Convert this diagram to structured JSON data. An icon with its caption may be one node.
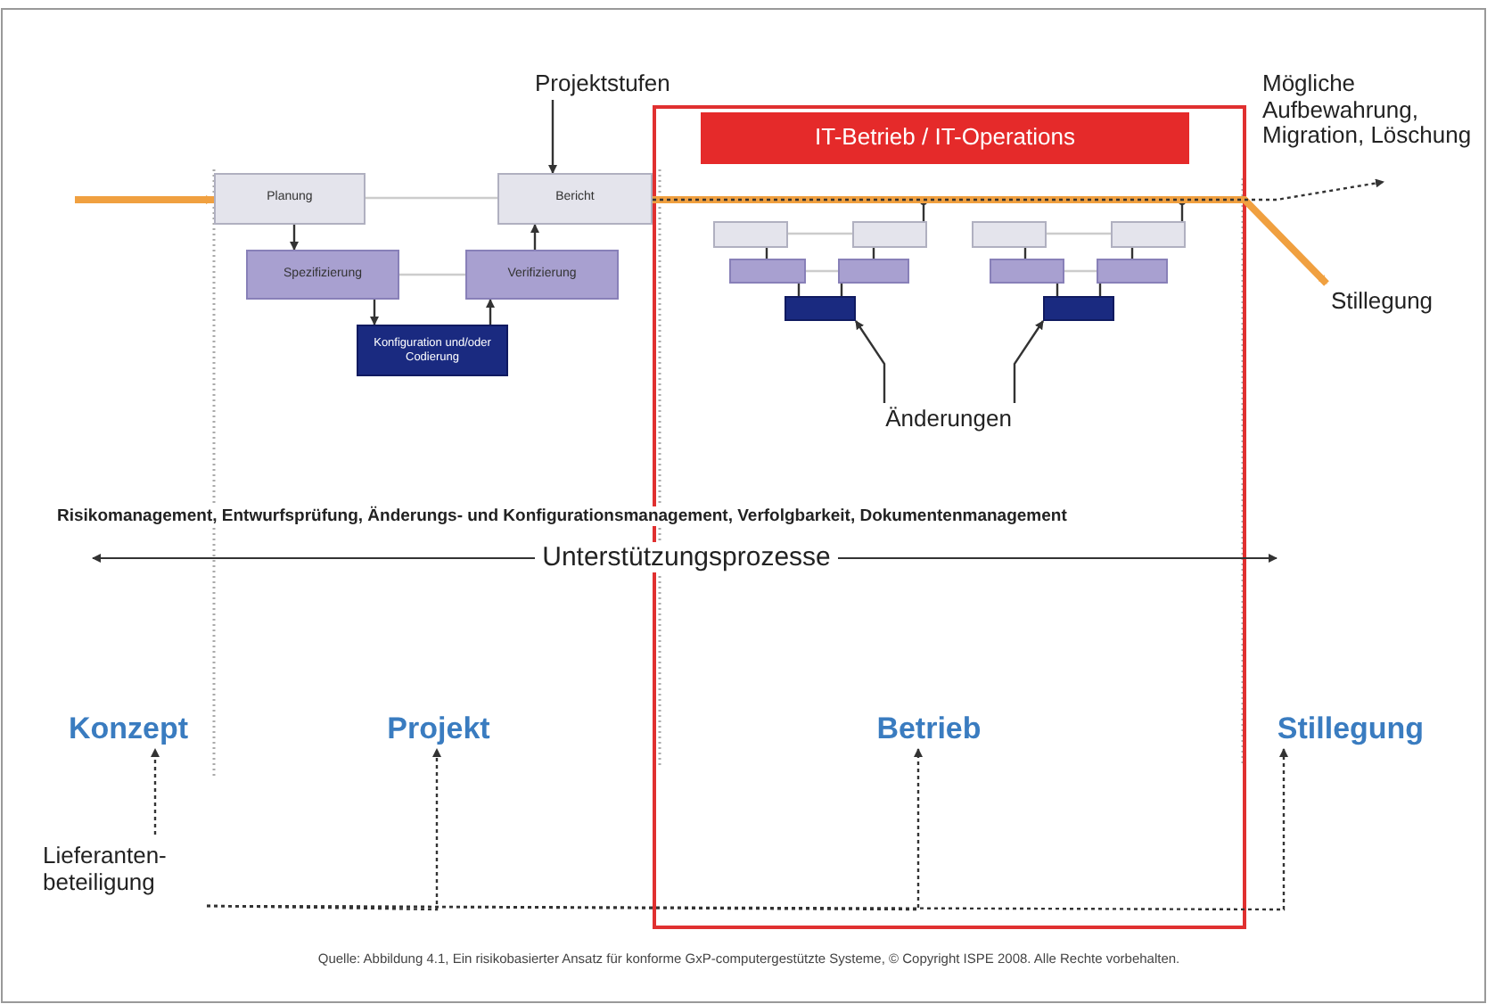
{
  "diagram": {
    "caption": "Quelle: Abbildung 4.1, Ein risikobasierter Ansatz für konforme GxP-computergestützte Systeme, © Copyright ISPE 2008. Alle Rechte vorbehalten.",
    "nodes": [
      {
        "text": [
          "Projektstufen"
        ]
      },
      {
        "text": [
          "Planung"
        ]
      },
      {
        "text": [
          "Bericht"
        ]
      },
      {
        "text": [
          "Spezifizierung"
        ]
      },
      {
        "text": [
          "Verifizierung"
        ]
      },
      {
        "text": [
          "Konfiguration und/oder Codierung"
        ]
      },
      {
        "text": [
          "IT-Betrieb / IT-Operations"
        ]
      },
      {
        "text": [],
        "shape": "box"
      },
      {
        "text": [],
        "shape": "box"
      },
      {
        "text": [],
        "shape": "box"
      },
      {
        "text": [],
        "shape": "box"
      },
      {
        "text": [],
        "shape": "box"
      },
      {
        "text": [],
        "shape": "box"
      },
      {
        "text": [],
        "shape": "box"
      },
      {
        "text": [],
        "shape": "box"
      },
      {
        "text": [],
        "shape": "box"
      },
      {
        "text": [],
        "shape": "box"
      },
      {
        "text": [
          "Änderungen"
        ]
      },
      {
        "text": [
          "Stillegung"
        ]
      },
      {
        "text": [
          "Mögliche Aufbewahrung, Migration, Löschung"
        ]
      },
      {
        "text": [
          "Konzept"
        ]
      },
      {
        "text": [
          "Projekt"
        ]
      },
      {
        "text": [
          "Betrieb"
        ]
      },
      {
        "text": [
          "Stillegung"
        ]
      },
      {
        "text": [
          "Lieferanten-beteiligung"
        ]
      }
    ],
    "edges": [
      {
        "from": 0,
        "to": 2,
        "arrow": "to"
      },
      {
        "from": null,
        "to": 1,
        "arrow": "to",
        "style": "thick",
        "color": "#f0a040"
      },
      {
        "from": 1,
        "to": 2,
        "arrow": "none",
        "color": "#cccccc"
      },
      {
        "from": 1,
        "to": 3,
        "arrow": "to"
      },
      {
        "from": 3,
        "to": 5,
        "arrow": "to"
      },
      {
        "from": 5,
        "to": 4,
        "arrow": "to"
      },
      {
        "from": 4,
        "to": 2,
        "arrow": "to"
      },
      {
        "from": 3,
        "to": 4,
        "arrow": "none",
        "color": "#cccccc"
      },
      {
        "from": 7,
        "to": 8,
        "arrow": "none",
        "color": "#cccccc"
      },
      {
        "from": 7,
        "to": 9,
        "arrow": "none"
      },
      {
        "from": 8,
        "to": 10,
        "arrow": "none"
      },
      {
        "from": 9,
        "to": 10,
        "arrow": "none",
        "color": "#cccccc"
      },
      {
        "from": 9,
        "to": 11,
        "arrow": "none"
      },
      {
        "from": 10,
        "to": 11,
        "arrow": "none"
      },
      {
        "from": 8,
        "to": null,
        "arrow": "other"
      },
      {
        "from": 12,
        "to": 13,
        "arrow": "none",
        "color": "#cccccc"
      },
      {
        "from": 12,
        "to": 14,
        "arrow": "none"
      },
      {
        "from": 13,
        "to": 15,
        "arrow": "none"
      },
      {
        "from": 14,
        "to": 15,
        "arrow": "none",
        "color": "#cccccc"
      },
      {
        "from": 14,
        "to": 16,
        "arrow": "none"
      },
      {
        "from": 15,
        "to": 16,
        "arrow": "none"
      },
      {
        "from": 13,
        "to": null,
        "arrow": "other"
      },
      {
        "from": 17,
        "to": 11,
        "arrow": "to"
      },
      {
        "from": 17,
        "to": 16,
        "arrow": "to"
      },
      {
        "from": 2,
        "to": 18,
        "arrow": "to",
        "style": "thick",
        "color": "#f0a040"
      },
      {
        "from": 2,
        "to": 19,
        "arrow": "to",
        "style": "dashed"
      },
      {
        "from": 24,
        "to": 20,
        "arrow": "to",
        "style": "dashed"
      },
      {
        "from": 24,
        "to": 21,
        "arrow": "to",
        "style": "dashed"
      },
      {
        "from": 24,
        "to": 22,
        "arrow": "to",
        "style": "dashed"
      },
      {
        "from": 24,
        "to": 23,
        "arrow": "to",
        "style": "dashed"
      }
    ],
    "labels": [
      "Risikomanagement, Entwurfsprüfung, Änderungs- und Konfigurationsmanagement, Verfolgbarkeit, Dokumentenmanagement",
      "Unterstützungsprozesse"
    ]
  }
}
